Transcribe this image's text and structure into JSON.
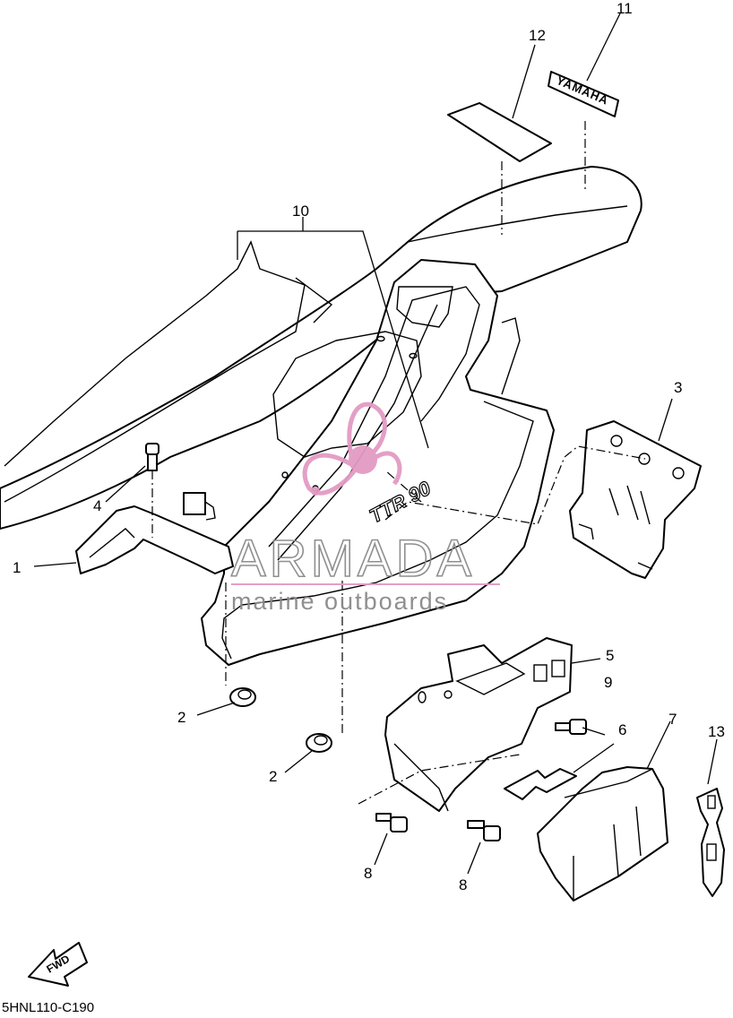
{
  "diagram": {
    "callouts": {
      "p1": "1",
      "p2a": "2",
      "p2b": "2",
      "p3": "3",
      "p4": "4",
      "p5": "5",
      "p6": "6",
      "p7": "7",
      "p8a": "8",
      "p8b": "8",
      "p9": "9",
      "p10": "10",
      "p11": "11",
      "p12": "12",
      "p13": "13"
    },
    "decal_text": "YAMAHA",
    "cover_decal_text": "TTR 90",
    "fwd_label": "FWD",
    "drawing_code": "5HNL110-C190"
  },
  "watermark": {
    "brand": "ARMADA",
    "tagline": "marine outboards",
    "colors": {
      "logo": "#e39ac4",
      "text": "#8a8a8a",
      "rule": "#e39ac4"
    }
  }
}
